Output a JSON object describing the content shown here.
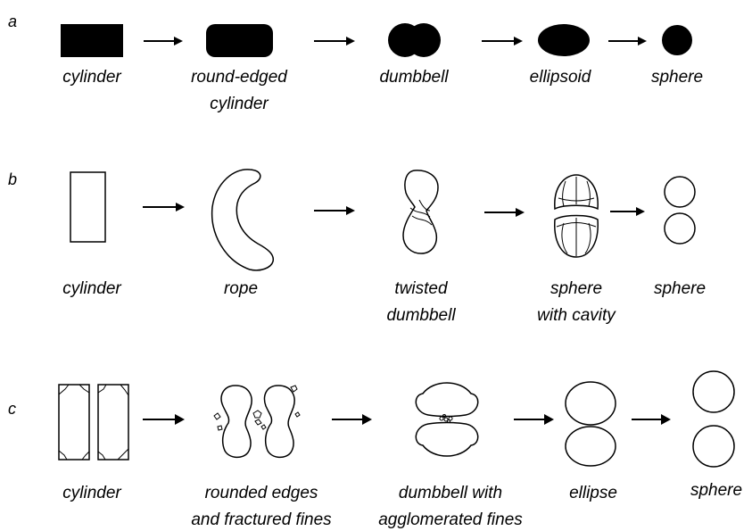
{
  "rows": [
    {
      "letter": "a",
      "captions": [
        [
          "cylinder"
        ],
        [
          "round-edged",
          "cylinder"
        ],
        [
          "dumbbell"
        ],
        [
          "ellipsoid"
        ],
        [
          "sphere"
        ]
      ]
    },
    {
      "letter": "b",
      "captions": [
        [
          "cylinder"
        ],
        [
          "rope"
        ],
        [
          "twisted",
          "dumbbell"
        ],
        [
          "sphere",
          "with cavity"
        ],
        [
          "sphere"
        ]
      ]
    },
    {
      "letter": "c",
      "captions": [
        [
          "cylinder"
        ],
        [
          "rounded edges",
          "and fractured fines"
        ],
        [
          "dumbbell with",
          "agglomerated fines"
        ],
        [
          "ellipse"
        ],
        [
          "sphere"
        ]
      ]
    }
  ],
  "icons": {
    "transition_arrow": "right-arrow-icon"
  }
}
